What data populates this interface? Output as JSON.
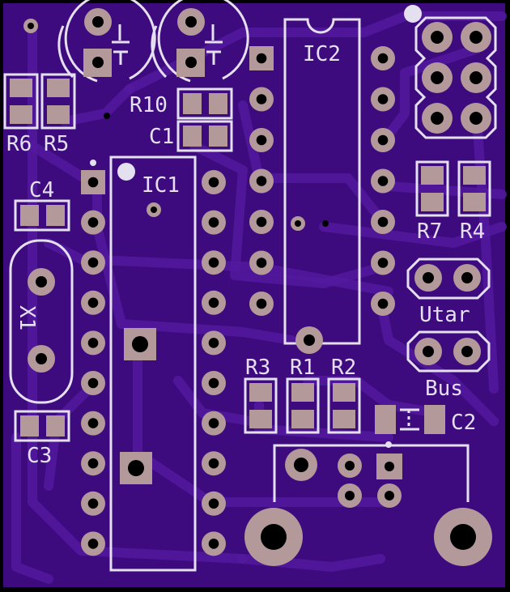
{
  "colors": {
    "board": "#3d0b7d",
    "trace": "#52199e",
    "copper": "#b39999",
    "silkscreen": "#e4e0f0",
    "drill": "#000000"
  },
  "labels": {
    "r6": "R6",
    "r5": "R5",
    "r10": "R10",
    "c1": "C1",
    "c4": "C4",
    "ic1": "IC1",
    "ic2": "IC2",
    "x1": "X1",
    "c3": "C3",
    "r3": "R3",
    "r1": "R1",
    "r2": "R2",
    "r7": "R7",
    "r4": "R4",
    "utar": "Utar",
    "bus": "Bus",
    "c2": "C2"
  }
}
